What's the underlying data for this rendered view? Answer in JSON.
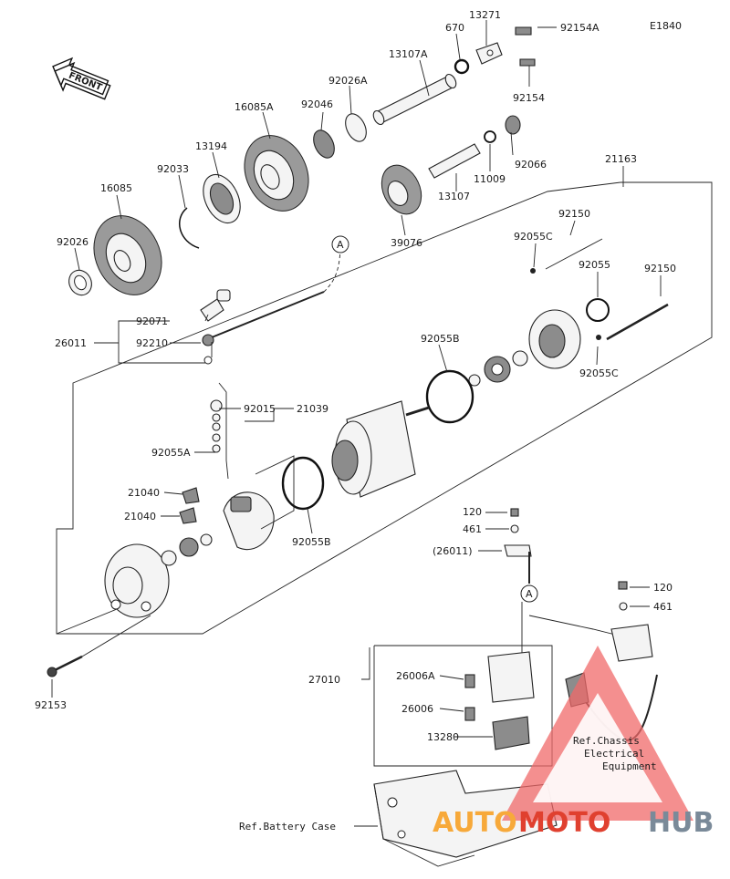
{
  "diagram_code": "E1840",
  "front_arrow_label": "FRONT",
  "callout_A": "A",
  "parts": {
    "p13271": "13271",
    "p670": "670",
    "p92154A": "92154A",
    "p13107A": "13107A",
    "p92154": "92154",
    "p92026A": "92026A",
    "p92046": "92046",
    "p16085A": "16085A",
    "p13194": "13194",
    "p92033": "92033",
    "p16085": "16085",
    "p92026": "92026",
    "p92066": "92066",
    "p11009": "11009",
    "p13107": "13107",
    "p39076": "39076",
    "p21163": "21163",
    "p92150a": "92150",
    "p92055C_top": "92055C",
    "p92055": "92055",
    "p92150b": "92150",
    "p92055C_bot": "92055C",
    "p92071": "92071",
    "p26011": "26011",
    "p92210": "92210",
    "p92055B_top": "92055B",
    "p92015": "92015",
    "p21039": "21039",
    "p92055A": "92055A",
    "p21040a": "21040",
    "p21040b": "21040",
    "p92055B_bot": "92055B",
    "p92153": "92153",
    "p120a": "120",
    "p461a": "461",
    "p26011_ref": "(26011)",
    "p120b": "120",
    "p461b": "461",
    "p27010": "27010",
    "p26006A": "26006A",
    "p26006": "26006",
    "p13280": "13280"
  },
  "ref_chassis_line1": "Ref.Chassis",
  "ref_chassis_line2": "Electrical",
  "ref_chassis_line3": "Equipment",
  "ref_battery": "Ref.Battery Case",
  "watermark": {
    "auto": "AUTO",
    "moto": "MOTO",
    "hub": "HUB"
  }
}
